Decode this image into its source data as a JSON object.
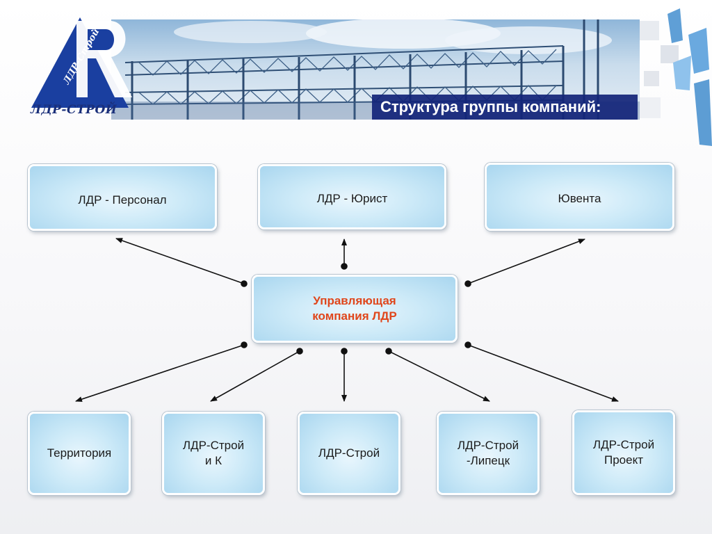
{
  "header": {
    "title": "Структура группы компаний:",
    "logo_text": "ЛДР-СТРОЙ",
    "logo_badge_text": "ЛДР-Строй"
  },
  "diagram": {
    "center": {
      "label": "Управляющая\nкомпания ЛДР"
    },
    "top_nodes": [
      {
        "label": "ЛДР - Персонал"
      },
      {
        "label": "ЛДР - Юрист"
      },
      {
        "label": "Ювента"
      }
    ],
    "bottom_nodes": [
      {
        "label": "Территория"
      },
      {
        "label": "ЛДР-Строй\nи К"
      },
      {
        "label": "ЛДР-Строй"
      },
      {
        "label": "ЛДР-Строй\n-Липецк"
      },
      {
        "label": "ЛДР-Строй\nПроект"
      }
    ]
  },
  "colors": {
    "title_bar": "#122478",
    "center_text": "#e0461b",
    "node_fill": "#cdeaf8",
    "logo_blue": "#1a3fa0"
  }
}
